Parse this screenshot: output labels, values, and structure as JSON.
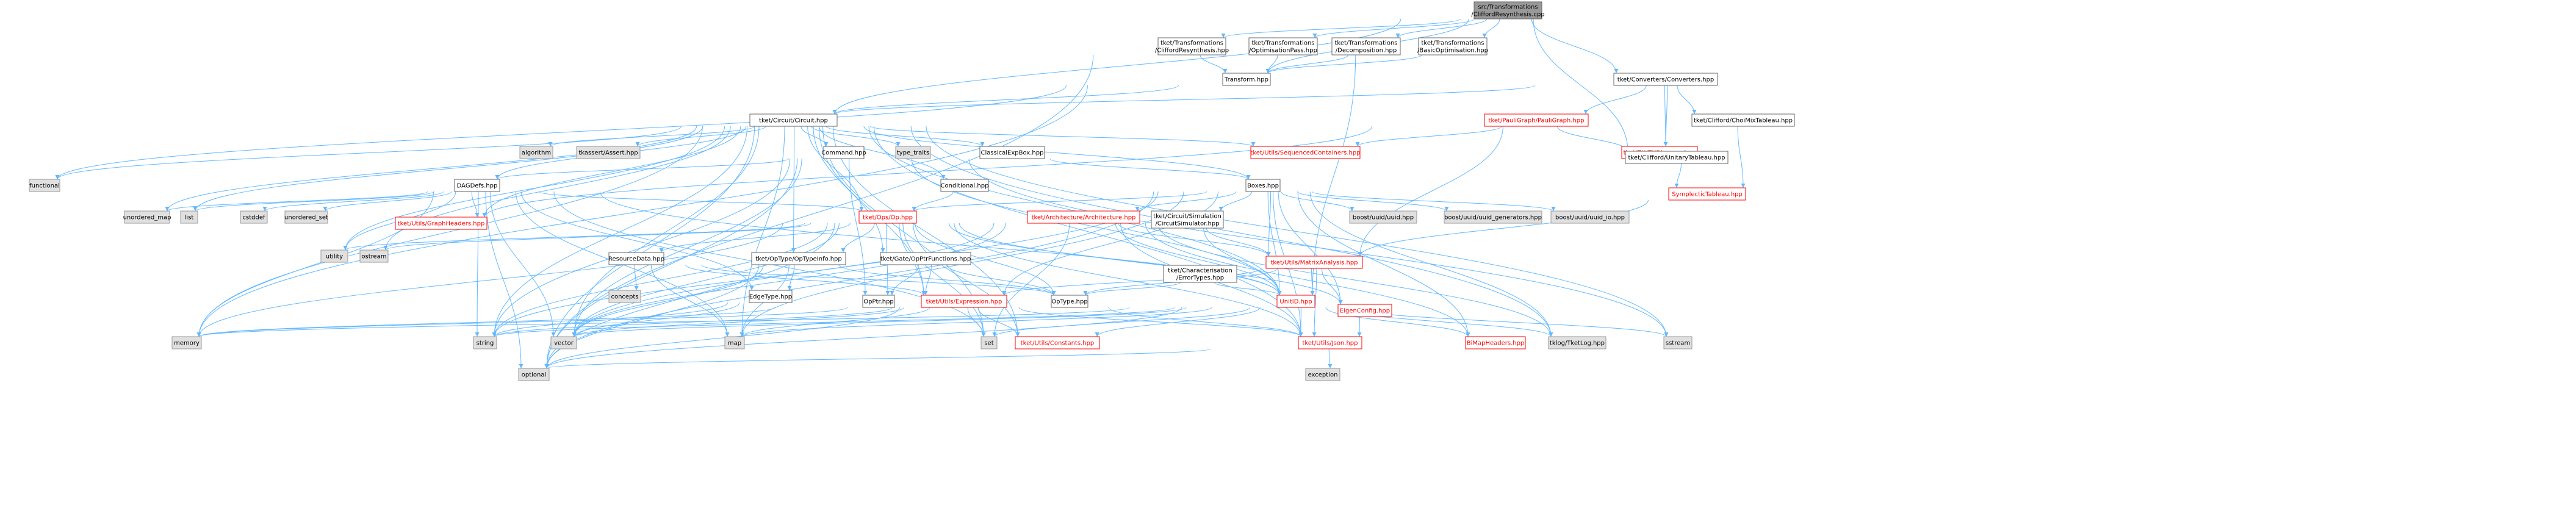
{
  "colors": {
    "current_fill": "#999999",
    "current_stroke": "#666666",
    "header_fill": "#ffffff",
    "header_stroke": "#666666",
    "system_fill": "#e0e0e0",
    "system_stroke": "#999999",
    "truncated_stroke": "#ff0000",
    "edge": "#63b8ff"
  },
  "nodes": [
    {
      "id": "root",
      "lines": [
        "src/Transformations",
        "/CliffordResynthesis.cpp"
      ],
      "kind": "current"
    },
    {
      "id": "cr_hpp",
      "lines": [
        "tket/Transformations",
        "/CliffordResynthesis.hpp"
      ],
      "kind": "header"
    },
    {
      "id": "optpass",
      "lines": [
        "tket/Transformations",
        "/OptimisationPass.hpp"
      ],
      "kind": "header"
    },
    {
      "id": "decomp",
      "lines": [
        "tket/Transformations",
        "/Decomposition.hpp"
      ],
      "kind": "header"
    },
    {
      "id": "basicopt",
      "lines": [
        "tket/Transformations",
        "/BasicOptimisation.hpp"
      ],
      "kind": "header"
    },
    {
      "id": "transform",
      "lines": [
        "Transform.hpp"
      ],
      "kind": "header"
    },
    {
      "id": "converters",
      "lines": [
        "tket/Converters/Converters.hpp"
      ],
      "kind": "header"
    },
    {
      "id": "circuit",
      "lines": [
        "tket/Circuit/Circuit.hpp"
      ],
      "kind": "header"
    },
    {
      "id": "paulig",
      "lines": [
        "tket/PauliGraph/PauliGraph.hpp"
      ],
      "kind": "truncated"
    },
    {
      "id": "zx",
      "lines": [
        "tket/ZX/ZXDiagram.hpp"
      ],
      "kind": "truncated"
    },
    {
      "id": "choimix",
      "lines": [
        "tket/Clifford/ChoiMixTableau.hpp"
      ],
      "kind": "header"
    },
    {
      "id": "unitary",
      "lines": [
        "tket/Clifford/UnitaryTableau.hpp"
      ],
      "kind": "header"
    },
    {
      "id": "symplectic",
      "lines": [
        "SymplecticTableau.hpp"
      ],
      "kind": "truncated"
    },
    {
      "id": "functional",
      "lines": [
        "functional"
      ],
      "kind": "system"
    },
    {
      "id": "algorithm",
      "lines": [
        "algorithm"
      ],
      "kind": "system"
    },
    {
      "id": "tkassert",
      "lines": [
        "tkassert/Assert.hpp"
      ],
      "kind": "system"
    },
    {
      "id": "command",
      "lines": [
        "Command.hpp"
      ],
      "kind": "header"
    },
    {
      "id": "type_traits",
      "lines": [
        "type_traits"
      ],
      "kind": "system"
    },
    {
      "id": "classicalexp",
      "lines": [
        "ClassicalExpBox.hpp"
      ],
      "kind": "header"
    },
    {
      "id": "seqcont",
      "lines": [
        "tket/Utils/SequencedContainers.hpp"
      ],
      "kind": "truncated"
    },
    {
      "id": "dagdefs",
      "lines": [
        "DAGDefs.hpp"
      ],
      "kind": "header"
    },
    {
      "id": "conditional",
      "lines": [
        "Conditional.hpp"
      ],
      "kind": "header"
    },
    {
      "id": "boxes",
      "lines": [
        "Boxes.hpp"
      ],
      "kind": "header"
    },
    {
      "id": "unordered_map",
      "lines": [
        "unordered_map"
      ],
      "kind": "system"
    },
    {
      "id": "list",
      "lines": [
        "list"
      ],
      "kind": "system"
    },
    {
      "id": "cstddef",
      "lines": [
        "cstddef"
      ],
      "kind": "system"
    },
    {
      "id": "unordered_set",
      "lines": [
        "unordered_set"
      ],
      "kind": "system"
    },
    {
      "id": "graphheaders",
      "lines": [
        "tket/Utils/GraphHeaders.hpp"
      ],
      "kind": "truncated"
    },
    {
      "id": "op",
      "lines": [
        "tket/Ops/Op.hpp"
      ],
      "kind": "truncated"
    },
    {
      "id": "architecture",
      "lines": [
        "tket/Architecture/Architecture.hpp"
      ],
      "kind": "truncated"
    },
    {
      "id": "simulator",
      "lines": [
        "tket/Circuit/Simulation",
        "/CircuitSimulator.hpp"
      ],
      "kind": "header"
    },
    {
      "id": "uuid",
      "lines": [
        "boost/uuid/uuid.hpp"
      ],
      "kind": "system"
    },
    {
      "id": "uuid_gen",
      "lines": [
        "boost/uuid/uuid_generators.hpp"
      ],
      "kind": "system"
    },
    {
      "id": "uuid_io",
      "lines": [
        "boost/uuid/uuid_io.hpp"
      ],
      "kind": "system"
    },
    {
      "id": "utility",
      "lines": [
        "utility"
      ],
      "kind": "system"
    },
    {
      "id": "ostream",
      "lines": [
        "ostream"
      ],
      "kind": "system"
    },
    {
      "id": "resourcedata",
      "lines": [
        "ResourceData.hpp"
      ],
      "kind": "header"
    },
    {
      "id": "optypeinfo",
      "lines": [
        "tket/OpType/OpTypeInfo.hpp"
      ],
      "kind": "header"
    },
    {
      "id": "opptrfunc",
      "lines": [
        "tket/Gate/OpPtrFunctions.hpp"
      ],
      "kind": "header"
    },
    {
      "id": "errortypes",
      "lines": [
        "tket/Characterisation",
        "/ErrorTypes.hpp"
      ],
      "kind": "header"
    },
    {
      "id": "matrixanalysis",
      "lines": [
        "tket/Utils/MatrixAnalysis.hpp"
      ],
      "kind": "truncated"
    },
    {
      "id": "concepts",
      "lines": [
        "concepts"
      ],
      "kind": "system"
    },
    {
      "id": "edgetype",
      "lines": [
        "EdgeType.hpp"
      ],
      "kind": "header"
    },
    {
      "id": "opptr",
      "lines": [
        "OpPtr.hpp"
      ],
      "kind": "header"
    },
    {
      "id": "expression",
      "lines": [
        "tket/Utils/Expression.hpp"
      ],
      "kind": "truncated"
    },
    {
      "id": "optype",
      "lines": [
        "OpType.hpp"
      ],
      "kind": "header"
    },
    {
      "id": "unitid",
      "lines": [
        "UnitID.hpp"
      ],
      "kind": "truncated"
    },
    {
      "id": "eigenconfig",
      "lines": [
        "EigenConfig.hpp"
      ],
      "kind": "truncated"
    },
    {
      "id": "memory",
      "lines": [
        "memory"
      ],
      "kind": "system"
    },
    {
      "id": "string",
      "lines": [
        "string"
      ],
      "kind": "system"
    },
    {
      "id": "vector",
      "lines": [
        "vector"
      ],
      "kind": "system"
    },
    {
      "id": "map",
      "lines": [
        "map"
      ],
      "kind": "system"
    },
    {
      "id": "set",
      "lines": [
        "set"
      ],
      "kind": "system"
    },
    {
      "id": "constants",
      "lines": [
        "tket/Utils/Constants.hpp"
      ],
      "kind": "truncated"
    },
    {
      "id": "json",
      "lines": [
        "tket/Utils/Json.hpp"
      ],
      "kind": "truncated"
    },
    {
      "id": "bimap",
      "lines": [
        "BiMapHeaders.hpp"
      ],
      "kind": "truncated"
    },
    {
      "id": "tketlog",
      "lines": [
        "tklog/TketLog.hpp"
      ],
      "kind": "system"
    },
    {
      "id": "sstream",
      "lines": [
        "sstream"
      ],
      "kind": "system"
    },
    {
      "id": "optional",
      "lines": [
        "optional"
      ],
      "kind": "system"
    },
    {
      "id": "exception",
      "lines": [
        "exception"
      ],
      "kind": "system"
    }
  ],
  "edges": [
    [
      "root",
      "cr_hpp"
    ],
    [
      "root",
      "optpass"
    ],
    [
      "root",
      "decomp"
    ],
    [
      "root",
      "basicopt"
    ],
    [
      "root",
      "transform"
    ],
    [
      "root",
      "converters"
    ],
    [
      "root",
      "unitary"
    ],
    [
      "root",
      "circuit"
    ],
    [
      "cr_hpp",
      "transform"
    ],
    [
      "cr_hpp",
      "optional"
    ],
    [
      "optpass",
      "transform"
    ],
    [
      "decomp",
      "transform"
    ],
    [
      "decomp",
      "unitid"
    ],
    [
      "basicopt",
      "transform"
    ],
    [
      "transform",
      "circuit"
    ],
    [
      "transform",
      "functional"
    ],
    [
      "transform",
      "memory"
    ],
    [
      "converters",
      "circuit"
    ],
    [
      "converters",
      "paulig"
    ],
    [
      "converters",
      "zx"
    ],
    [
      "converters",
      "choimix"
    ],
    [
      "converters",
      "unitary"
    ],
    [
      "choimix",
      "symplectic"
    ],
    [
      "unitary",
      "symplectic"
    ],
    [
      "symplectic",
      "matrixanalysis"
    ],
    [
      "paulig",
      "unitary"
    ],
    [
      "paulig",
      "seqcont"
    ],
    [
      "paulig",
      "graphheaders"
    ],
    [
      "paulig",
      "matrixanalysis"
    ],
    [
      "circuit",
      "functional"
    ],
    [
      "circuit",
      "algorithm"
    ],
    [
      "circuit",
      "tkassert"
    ],
    [
      "circuit",
      "command"
    ],
    [
      "circuit",
      "type_traits"
    ],
    [
      "circuit",
      "classicalexp"
    ],
    [
      "circuit",
      "seqcont"
    ],
    [
      "circuit",
      "dagdefs"
    ],
    [
      "circuit",
      "conditional"
    ],
    [
      "circuit",
      "boxes"
    ],
    [
      "circuit",
      "unordered_map"
    ],
    [
      "circuit",
      "list"
    ],
    [
      "circuit",
      "graphheaders"
    ],
    [
      "circuit",
      "op"
    ],
    [
      "circuit",
      "utility"
    ],
    [
      "circuit",
      "ostream"
    ],
    [
      "circuit",
      "optypeinfo"
    ],
    [
      "circuit",
      "opptrfunc"
    ],
    [
      "circuit",
      "unitid"
    ],
    [
      "circuit",
      "json"
    ],
    [
      "circuit",
      "tketlog"
    ],
    [
      "circuit",
      "memory"
    ],
    [
      "circuit",
      "string"
    ],
    [
      "circuit",
      "vector"
    ],
    [
      "circuit",
      "map"
    ],
    [
      "circuit",
      "set"
    ],
    [
      "circuit",
      "optional"
    ],
    [
      "circuit",
      "sstream"
    ],
    [
      "circuit",
      "constants"
    ],
    [
      "circuit",
      "expression"
    ],
    [
      "command",
      "dagdefs"
    ],
    [
      "command",
      "opptr"
    ],
    [
      "command",
      "unitid"
    ],
    [
      "command",
      "optional"
    ],
    [
      "command",
      "sstream"
    ],
    [
      "command",
      "string"
    ],
    [
      "command",
      "vector"
    ],
    [
      "classicalexp",
      "boxes"
    ],
    [
      "conditional",
      "op"
    ],
    [
      "dagdefs",
      "unordered_map"
    ],
    [
      "dagdefs",
      "list"
    ],
    [
      "dagdefs",
      "cstddef"
    ],
    [
      "dagdefs",
      "unordered_set"
    ],
    [
      "dagdefs",
      "graphheaders"
    ],
    [
      "dagdefs",
      "op"
    ],
    [
      "dagdefs",
      "edgetype"
    ],
    [
      "dagdefs",
      "utility"
    ],
    [
      "dagdefs",
      "unitid"
    ],
    [
      "dagdefs",
      "memory"
    ],
    [
      "dagdefs",
      "string"
    ],
    [
      "dagdefs",
      "vector"
    ],
    [
      "dagdefs",
      "set"
    ],
    [
      "dagdefs",
      "optional"
    ],
    [
      "dagdefs",
      "map"
    ],
    [
      "boxes",
      "op"
    ],
    [
      "boxes",
      "architecture"
    ],
    [
      "boxes",
      "simulator"
    ],
    [
      "boxes",
      "uuid"
    ],
    [
      "boxes",
      "uuid_gen"
    ],
    [
      "boxes",
      "uuid_io"
    ],
    [
      "boxes",
      "unitid"
    ],
    [
      "boxes",
      "eigenconfig"
    ],
    [
      "boxes",
      "json"
    ],
    [
      "boxes",
      "expression"
    ],
    [
      "boxes",
      "matrixanalysis"
    ],
    [
      "boxes",
      "tketlog"
    ],
    [
      "boxes",
      "bimap"
    ],
    [
      "boxes",
      "map"
    ],
    [
      "boxes",
      "vector"
    ],
    [
      "boxes",
      "optional"
    ],
    [
      "op",
      "utility"
    ],
    [
      "op",
      "ostream"
    ],
    [
      "op",
      "resourcedata"
    ],
    [
      "op",
      "optypeinfo"
    ],
    [
      "op",
      "opptr"
    ],
    [
      "op",
      "optype"
    ],
    [
      "op",
      "expression"
    ],
    [
      "op",
      "unitid"
    ],
    [
      "op",
      "json"
    ],
    [
      "op",
      "constants"
    ],
    [
      "op",
      "eigenconfig"
    ],
    [
      "op",
      "string"
    ],
    [
      "op",
      "vector"
    ],
    [
      "op",
      "set"
    ],
    [
      "op",
      "optional"
    ],
    [
      "op",
      "memory"
    ],
    [
      "architecture",
      "matrixanalysis"
    ],
    [
      "architecture",
      "unitid"
    ],
    [
      "architecture",
      "json"
    ],
    [
      "architecture",
      "tketlog"
    ],
    [
      "architecture",
      "bimap"
    ],
    [
      "architecture",
      "set"
    ],
    [
      "architecture",
      "vector"
    ],
    [
      "architecture",
      "string"
    ],
    [
      "simulator",
      "matrixanalysis"
    ],
    [
      "simulator",
      "unitid"
    ],
    [
      "resourcedata",
      "concepts"
    ],
    [
      "resourcedata",
      "optype"
    ],
    [
      "resourcedata",
      "expression"
    ],
    [
      "resourcedata",
      "map"
    ],
    [
      "optypeinfo",
      "edgetype"
    ],
    [
      "optypeinfo",
      "optype"
    ],
    [
      "optypeinfo",
      "map"
    ],
    [
      "optypeinfo",
      "optional"
    ],
    [
      "optypeinfo",
      "vector"
    ],
    [
      "opptrfunc",
      "opptr"
    ],
    [
      "opptrfunc",
      "expression"
    ],
    [
      "opptrfunc",
      "optype"
    ],
    [
      "errortypes",
      "optype"
    ],
    [
      "errortypes",
      "unitid"
    ],
    [
      "matrixanalysis",
      "eigenconfig"
    ],
    [
      "matrixanalysis",
      "unitid"
    ],
    [
      "matrixanalysis",
      "json"
    ],
    [
      "matrixanalysis",
      "expression"
    ],
    [
      "matrixanalysis",
      "optype"
    ],
    [
      "edgetype",
      "vector"
    ],
    [
      "edgetype",
      "string"
    ],
    [
      "opptr",
      "memory"
    ],
    [
      "expression",
      "constants"
    ],
    [
      "expression",
      "json"
    ],
    [
      "expression",
      "set"
    ],
    [
      "expression",
      "map"
    ],
    [
      "expression",
      "vector"
    ],
    [
      "expression",
      "string"
    ],
    [
      "expression",
      "memory"
    ],
    [
      "expression",
      "optional"
    ],
    [
      "optype",
      "json"
    ],
    [
      "unitid",
      "json"
    ],
    [
      "unitid",
      "bimap"
    ],
    [
      "unitid",
      "tketlog"
    ],
    [
      "unitid",
      "sstream"
    ],
    [
      "unitid",
      "string"
    ],
    [
      "unitid",
      "vector"
    ],
    [
      "unitid",
      "map"
    ],
    [
      "unitid",
      "set"
    ],
    [
      "unitid",
      "optional"
    ],
    [
      "unitid",
      "memory"
    ],
    [
      "unitid",
      "constants"
    ],
    [
      "eigenconfig",
      "json"
    ],
    [
      "json",
      "exception"
    ],
    [
      "json",
      "optional"
    ]
  ]
}
